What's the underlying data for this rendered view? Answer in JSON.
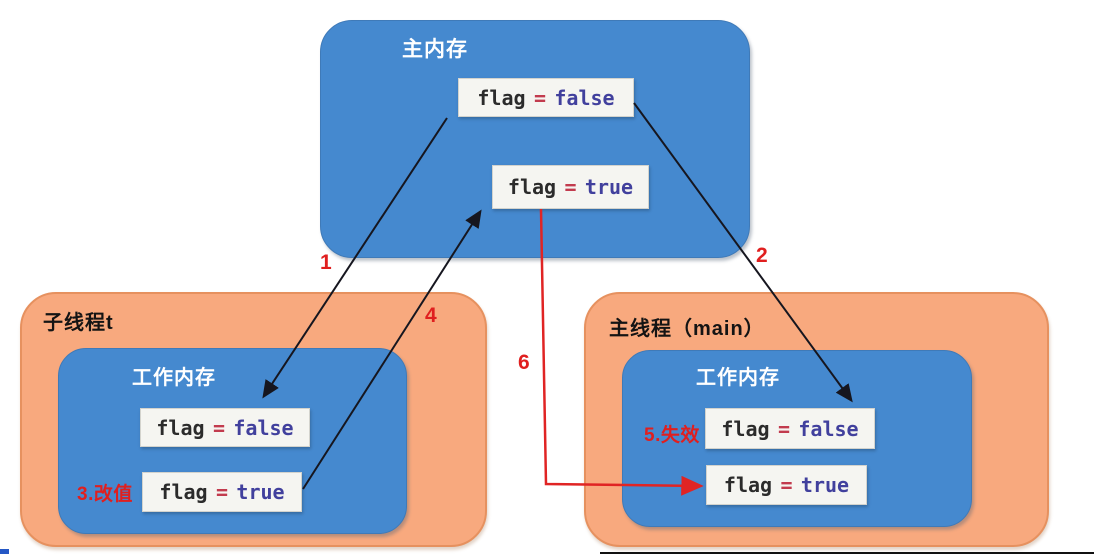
{
  "main_memory": {
    "title": "主内存",
    "flag_false": {
      "var": "flag",
      "op": "=",
      "value": "false"
    },
    "flag_true": {
      "var": "flag",
      "op": "=",
      "value": "true"
    }
  },
  "child_thread": {
    "title": "子线程t",
    "working_memory_title": "工作内存",
    "flag_false": {
      "var": "flag",
      "op": "=",
      "value": "false"
    },
    "flag_true": {
      "var": "flag",
      "op": "=",
      "value": "true"
    },
    "step_label": "3.改值"
  },
  "main_thread": {
    "title": "主线程（main）",
    "working_memory_title": "工作内存",
    "flag_false": {
      "var": "flag",
      "op": "=",
      "value": "false"
    },
    "flag_true": {
      "var": "flag",
      "op": "=",
      "value": "true"
    },
    "step_label": "5.失效"
  },
  "arrow_labels": {
    "step1": "1",
    "step2": "2",
    "step4": "4",
    "step6": "6"
  },
  "colors": {
    "panel_blue": "#4589cf",
    "panel_orange": "#f8a97e",
    "arrow_black": "#16161f",
    "arrow_red": "#e02424",
    "code_var": "#2b2b2b",
    "code_op": "#c23b4e",
    "code_value": "#41409d",
    "label_red": "#e01f1f"
  }
}
